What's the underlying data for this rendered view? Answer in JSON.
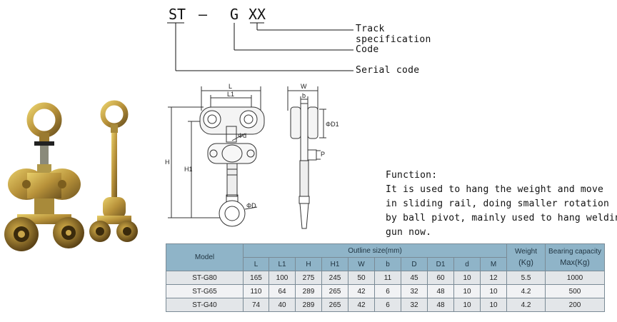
{
  "code_diagram": {
    "parts": [
      "ST",
      "—",
      "G",
      "XX"
    ],
    "labels": [
      "Track specification",
      "Code",
      "Serial code"
    ]
  },
  "drawing": {
    "dims": {
      "L": "L",
      "L1": "L1",
      "H": "H",
      "H1": "H1",
      "W": "W",
      "b": "b",
      "D1": "ΦD1",
      "d": "Φd",
      "D": "ΦD",
      "P": "P"
    }
  },
  "function_text": {
    "heading": "Function:",
    "lines": [
      "It is used to hang the weight and move",
      "in sliding rail, doing smaller rotation",
      "by ball pivot, mainly used to hang welding",
      "gun now."
    ]
  },
  "table": {
    "model_header": "Model",
    "outline_header": "Outline size(mm)",
    "weight_header": [
      "Weight",
      "(Kg)"
    ],
    "capacity_header": [
      "Bearing capacity",
      "Max(Kg)"
    ],
    "sub_headers": [
      "L",
      "L1",
      "H",
      "H1",
      "W",
      "b",
      "D",
      "D1",
      "d",
      "M"
    ],
    "rows": [
      [
        "ST-G80",
        "165",
        "100",
        "275",
        "245",
        "50",
        "11",
        "45",
        "60",
        "10",
        "12",
        "5.5",
        "1000"
      ],
      [
        "ST-G65",
        "110",
        "64",
        "289",
        "265",
        "42",
        "6",
        "32",
        "48",
        "10",
        "10",
        "4.2",
        "500"
      ],
      [
        "ST-G40",
        "74",
        "40",
        "289",
        "265",
        "42",
        "6",
        "32",
        "48",
        "10",
        "10",
        "4.2",
        "200"
      ]
    ]
  },
  "colors": {
    "header_bg": "#8fb4c8",
    "row_a": "#e3e6e9",
    "row_b": "#f1f2f4"
  }
}
